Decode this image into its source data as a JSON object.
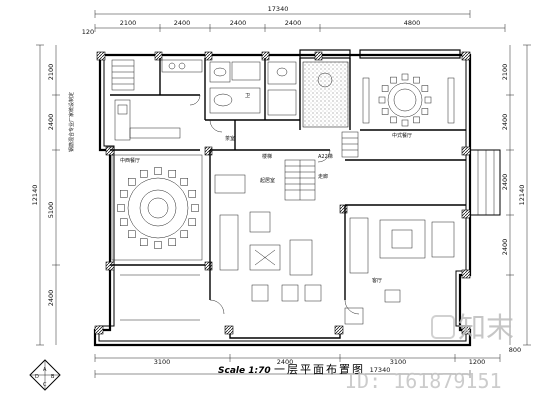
{
  "drawing": {
    "top_total": "17340",
    "top_segments": [
      "2100",
      "2400",
      "2400",
      "2400",
      "4800"
    ],
    "top_small_left": "120",
    "left_total": "12140",
    "left_segments": [
      "2100",
      "2400",
      "5100",
      "2400"
    ],
    "right_total": "12140",
    "right_segments": [
      "2100",
      "2400",
      "2400",
      "2400"
    ],
    "bottom_total": "17340",
    "bottom_segments": [
      "3100",
      "2400",
      "3100",
      "1200"
    ],
    "bottom_small_right": "800",
    "vertical_note": "钢筋混合专业厂家统设制定",
    "room_labels": {
      "elev": "A22梯",
      "stair_a": "楼梯",
      "room_b": "客厅",
      "tea": "茶室",
      "dining_w": "中西餐厅",
      "dining_e": "中式餐厅",
      "living": "起居室",
      "wc": "卫",
      "corridor": "走廊"
    },
    "scale_label": "Scale 1:70",
    "title": "一层平面布置图",
    "north": {
      "a": "A",
      "b": "B",
      "c": "C",
      "d": "D"
    }
  },
  "watermark": {
    "logo": "知末",
    "id_text": "ID: 161879151"
  }
}
